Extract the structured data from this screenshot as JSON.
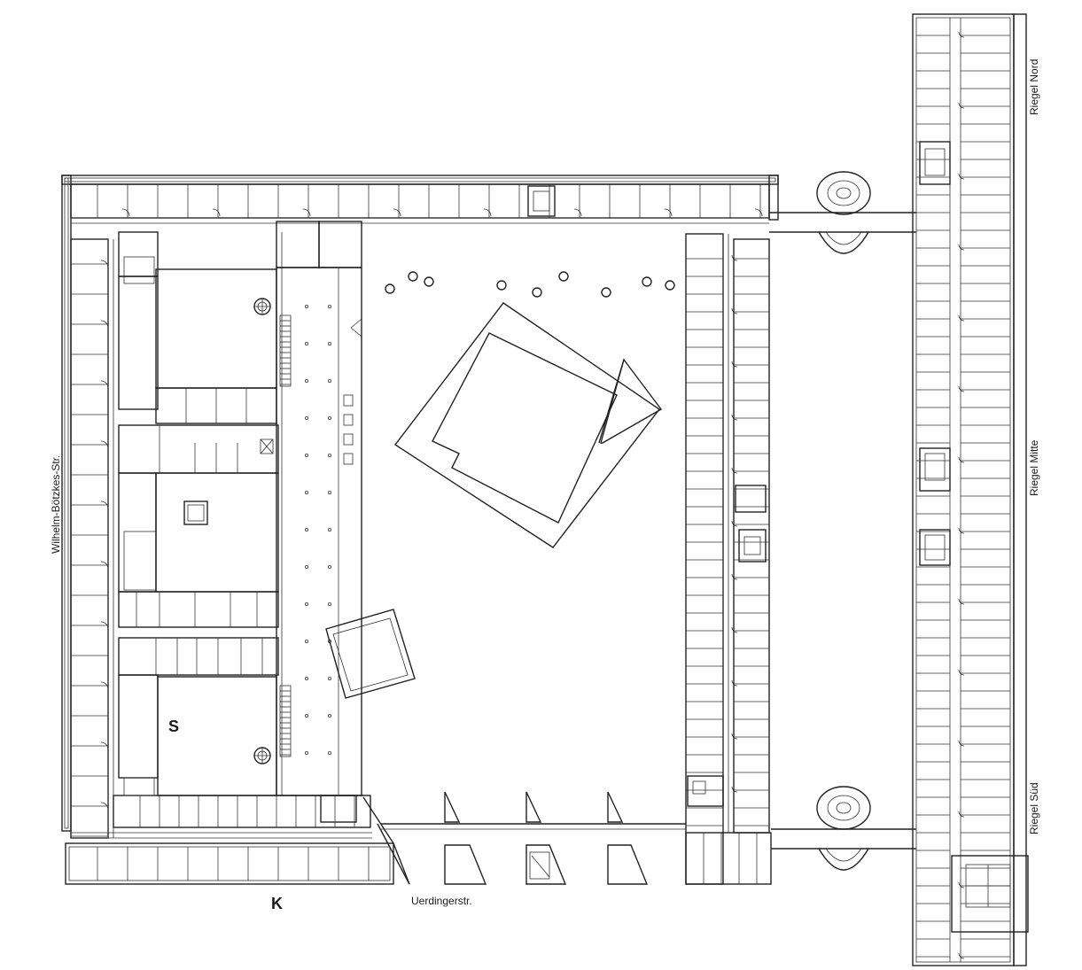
{
  "labels": {
    "street_west": "Wilhelm-Bötzkes-Str.",
    "street_south": "Uerdingerstr.",
    "wing_north": "Riegel Nord",
    "wing_middle": "Riegel Mitte",
    "wing_south": "Riegel Süd",
    "marker_s": "S",
    "marker_k": "K"
  },
  "icons": {
    "spiral_stair": "spiral-stair-icon",
    "stair": "stair-icon",
    "door_swing": "door-swing-icon"
  }
}
